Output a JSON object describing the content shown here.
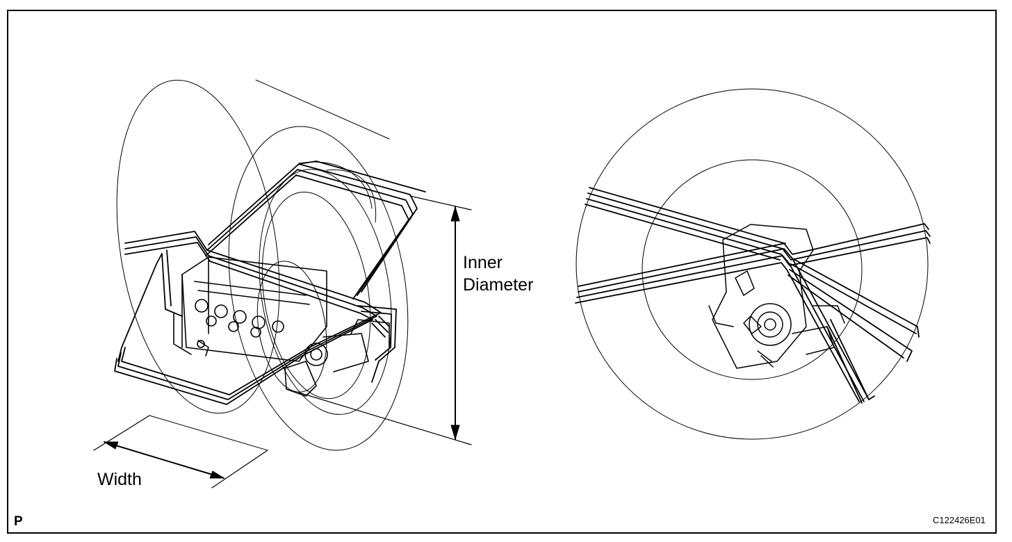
{
  "labels": {
    "inner_diameter_line1": "Inner",
    "inner_diameter_line2": "Diameter",
    "width": "Width",
    "view_marker": "P",
    "figure_code": "C122426E01"
  },
  "colors": {
    "stroke": "#000000",
    "background": "#ffffff"
  }
}
